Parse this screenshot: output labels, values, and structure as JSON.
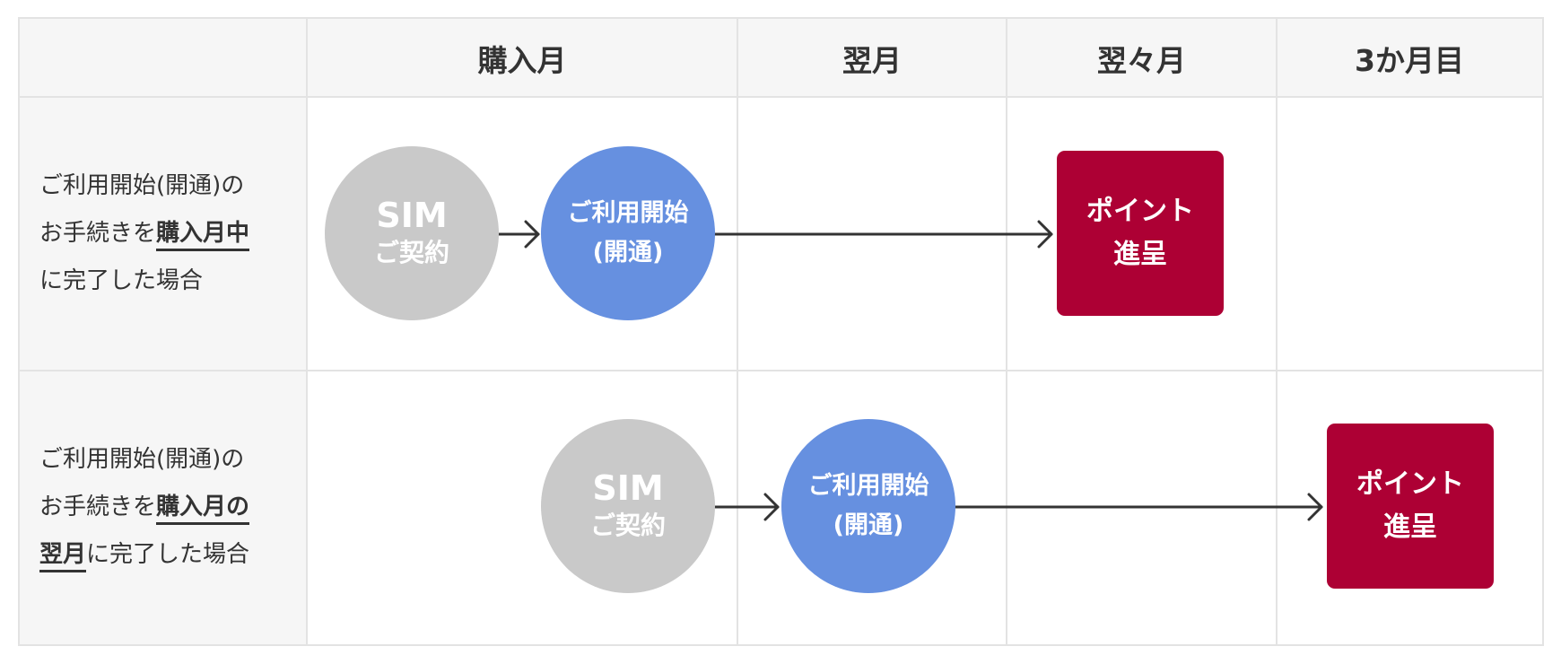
{
  "header": {
    "corner": "",
    "columns": [
      "購入月",
      "翌月",
      "翌々月",
      "3か月目"
    ]
  },
  "rows": [
    {
      "label_line1": "ご利用開始(開通)の",
      "label_line2_plain": "お手続きを",
      "label_line2_emph": "購入月中",
      "label_line3_plain": "に完了した場合",
      "sim_title": "SIM",
      "sim_sub": "ご契約",
      "activation_line1": "ご利用開始",
      "activation_line2": "(開通)",
      "point_line1": "ポイント",
      "point_line2": "進呈"
    },
    {
      "label_line1": "ご利用開始(開通)の",
      "label_line2_plain": "お手続きを",
      "label_line2_emph": "購入月の",
      "label_line3_emph": "翌月",
      "label_line3_plain": "に完了した場合",
      "sim_title": "SIM",
      "sim_sub": "ご契約",
      "activation_line1": "ご利用開始",
      "activation_line2": "(開通)",
      "point_line1": "ポイント",
      "point_line2": "進呈"
    }
  ],
  "colors": {
    "sim": "#c9c9c9",
    "activation": "#6690e0",
    "point": "#ad0034",
    "grid": "#e3e3e3",
    "header_bg": "#f6f6f6"
  }
}
